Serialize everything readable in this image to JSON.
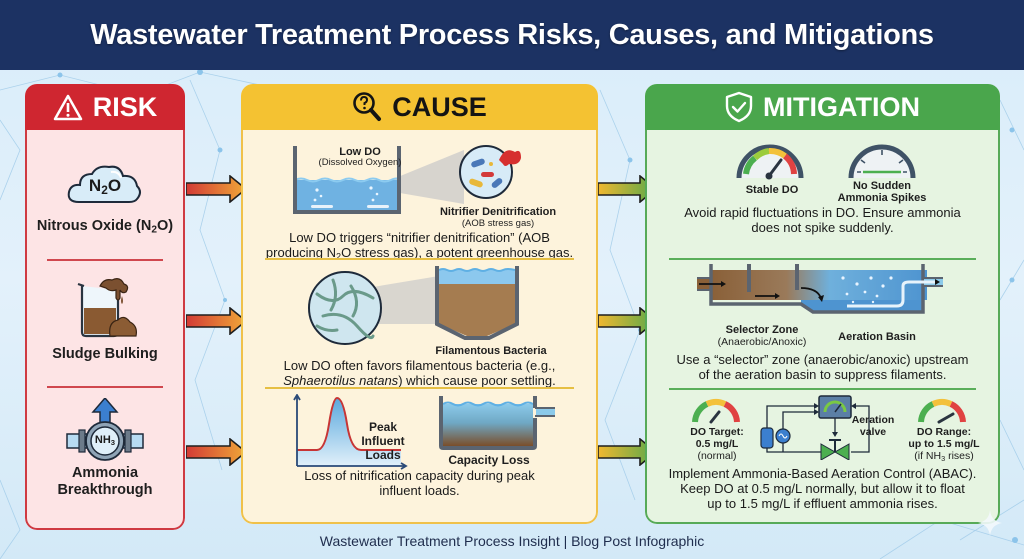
{
  "title": "Wastewater Treatment Process Risks, Causes, and Mitigations",
  "footer": "Wastewater Treatment Process Insight | Blog Post Infographic",
  "colors": {
    "header_bg": "#1c3263",
    "risk": "#cf2630",
    "cause": "#f4c232",
    "mitigation": "#4aa64c"
  },
  "columns": {
    "risk": {
      "heading": "RISK",
      "icon": "warning-triangle-icon",
      "items": [
        {
          "icon": "n2o-cloud-icon",
          "icon_text_main": "N",
          "icon_text_sub": "2",
          "icon_text_end": "O",
          "label_main": "Nitrous Oxide (N",
          "label_sub": "2",
          "label_end": "O)"
        },
        {
          "icon": "sludge-beaker-icon",
          "label": "Sludge Bulking"
        },
        {
          "icon": "ammonia-pipe-icon",
          "icon_text_main": "NH",
          "icon_text_sub": "3",
          "label_line1": "Ammonia",
          "label_line2": "Breakthrough"
        }
      ]
    },
    "cause": {
      "heading": "CAUSE",
      "icon": "question-magnifier-icon",
      "items": [
        {
          "tank_label": "Low DO",
          "tank_sublabel": "(Dissolved Oxygen)",
          "zoom_label": "Nitrifier Denitrification",
          "zoom_sublabel": "(AOB stress gas)",
          "desc_line1": "Low DO triggers “nitrifier denitrification” (AOB",
          "desc_line2_a": "producing N",
          "desc_line2_sub": "2",
          "desc_line2_b": "O stress gas), a potent greenhouse gas."
        },
        {
          "clarifier_label": "Filamentous Bacteria",
          "desc_line1": "Low DO often favors filamentous bacteria (e.g.,",
          "desc_line2_italic": "Sphaerotilus natans",
          "desc_line2_rest": ") which cause poor settling."
        },
        {
          "graph_label_1": "Peak",
          "graph_label_2": "Influent",
          "graph_label_3": "Loads",
          "tank_label": "Capacity Loss",
          "desc_line1": "Loss of nitrification capacity during peak",
          "desc_line2": "influent loads."
        }
      ]
    },
    "mitigation": {
      "heading": "MITIGATION",
      "icon": "shield-check-icon",
      "items": [
        {
          "gauge1_label": "Stable DO",
          "gauge2_label_1": "No Sudden",
          "gauge2_label_2": "Ammonia Spikes",
          "desc_line1": "Avoid rapid fluctuations in DO. Ensure ammonia",
          "desc_line2": "does not spike suddenly."
        },
        {
          "selector_label_1": "Selector Zone",
          "selector_label_2": "(Anaerobic/Anoxic)",
          "basin_label": "Aeration Basin",
          "desc_line1": "Use a “selector” zone (anaerobic/anoxic) upstream",
          "desc_line2": "of the aeration basin to suppress filaments."
        },
        {
          "target_label_1": "DO Target:",
          "target_label_2": "0.5 mg/L",
          "target_label_3": "(normal)",
          "valve_label_1": "Aeration",
          "valve_label_2": "valve",
          "range_label_1": "DO Range:",
          "range_label_2": "up to 1.5 mg/L",
          "range_label_3a": "(if NH",
          "range_label_3sub": "3",
          "range_label_3b": " rises)",
          "desc_line1": "Implement Ammonia-Based Aeration Control (ABAC).",
          "desc_line2": "Keep DO at 0.5 mg/L normally, but allow it to float",
          "desc_line3": "up to 1.5 mg/L if effluent ammonia rises."
        }
      ]
    }
  }
}
